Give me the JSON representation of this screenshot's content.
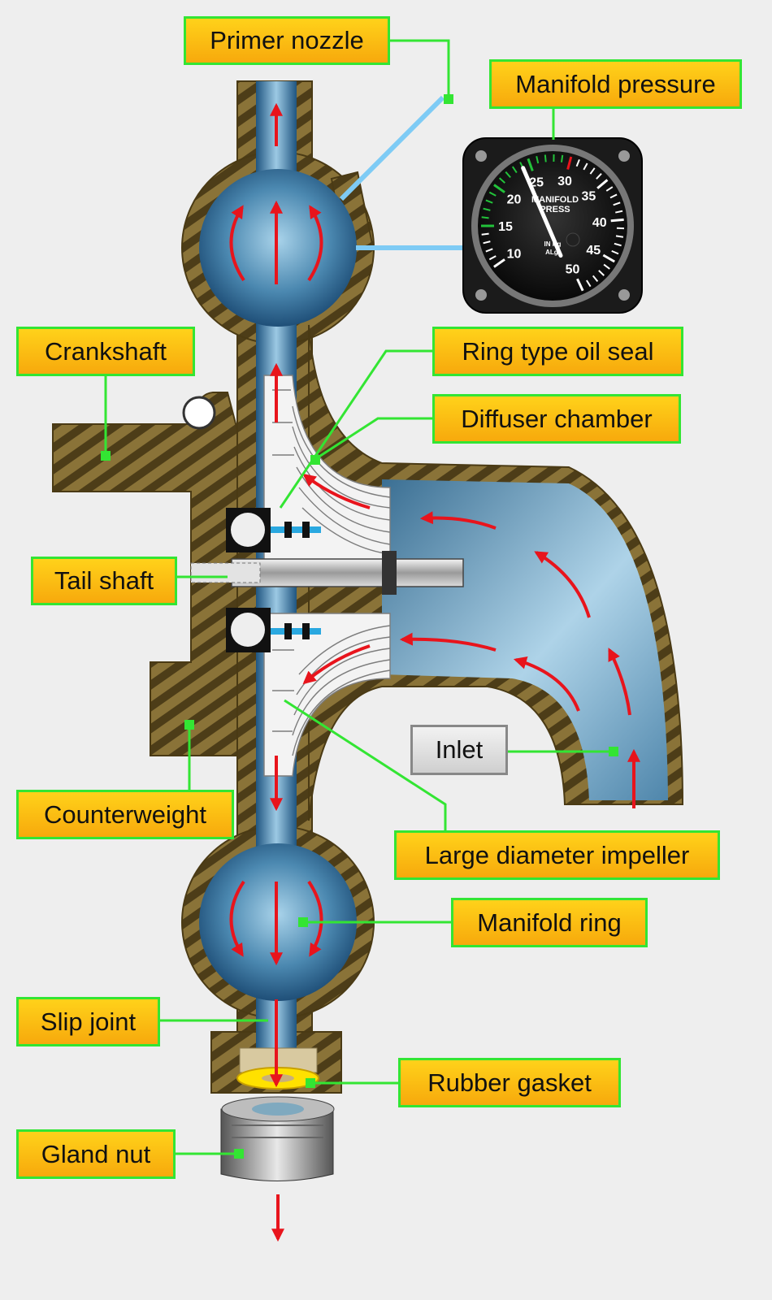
{
  "labels": {
    "primer_nozzle": "Primer nozzle",
    "manifold_pressure": "Manifold pressure",
    "crankshaft": "Crankshaft",
    "ring_type_oil_seal": "Ring type oil seal",
    "diffuser_chamber": "Diffuser chamber",
    "tail_shaft": "Tail shaft",
    "inlet": "Inlet",
    "counterweight": "Counterweight",
    "large_diameter_impeller": "Large diameter impeller",
    "manifold_ring": "Manifold ring",
    "slip_joint": "Slip joint",
    "rubber_gasket": "Rubber gasket",
    "gland_nut": "Gland nut"
  },
  "gauge": {
    "title_line1": "MANIFOLD",
    "title_line2": "PRESS",
    "units_line1": "IN  Hg",
    "units_line2": "ALg.",
    "scale": [
      "10",
      "15",
      "20",
      "25",
      "30",
      "35",
      "40",
      "45",
      "50"
    ],
    "pointer_value": 24
  },
  "colors": {
    "callout_fill": "#ffc20e",
    "callout_border": "#33e533",
    "leader": "#33e533",
    "flow_arrow": "#e8141c",
    "housing": "#7a6530",
    "fluid": "#3f7fa6"
  }
}
